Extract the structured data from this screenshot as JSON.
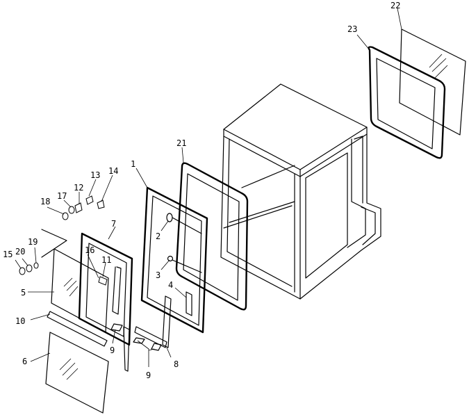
{
  "callouts": {
    "c1": "1",
    "c2": "2",
    "c3": "3",
    "c4": "4",
    "c5": "5",
    "c6": "6",
    "c7": "7",
    "c8": "8",
    "c9a": "9",
    "c9b": "9",
    "c10": "10",
    "c11": "11",
    "c12": "12",
    "c13": "13",
    "c14": "14",
    "c15": "15",
    "c16": "16",
    "c17": "17",
    "c18": "18",
    "c19": "19",
    "c20": "20",
    "c21": "21",
    "c22": "22",
    "c23": "23"
  }
}
